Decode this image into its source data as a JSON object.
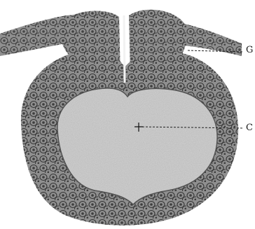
{
  "figure": {
    "labels": [
      {
        "id": "g",
        "text": "G"
      },
      {
        "id": "c",
        "text": "C"
      }
    ]
  },
  "colors": {
    "tissue": "#8f8f8f",
    "tissue_dark": "#6c6c6c",
    "cavity": "#d3d3d3",
    "cell_outline": "#2b2b2b",
    "nucleus": "#3a3a3a",
    "background": "#ffffff"
  }
}
